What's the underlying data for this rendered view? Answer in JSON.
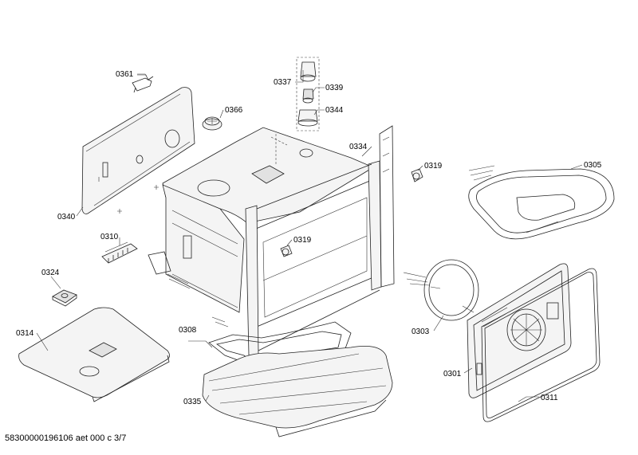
{
  "parts": [
    {
      "id": "p0361",
      "label": "0361"
    },
    {
      "id": "p0337",
      "label": "0337"
    },
    {
      "id": "p0339",
      "label": "0339"
    },
    {
      "id": "p0344",
      "label": "0344"
    },
    {
      "id": "p0366",
      "label": "0366"
    },
    {
      "id": "p0334",
      "label": "0334"
    },
    {
      "id": "p0319a",
      "label": "0319"
    },
    {
      "id": "p0305",
      "label": "0305"
    },
    {
      "id": "p0340",
      "label": "0340"
    },
    {
      "id": "p0310",
      "label": "0310"
    },
    {
      "id": "p0319b",
      "label": "0319"
    },
    {
      "id": "p0324",
      "label": "0324"
    },
    {
      "id": "p0303",
      "label": "0303"
    },
    {
      "id": "p0314",
      "label": "0314"
    },
    {
      "id": "p0308",
      "label": "0308"
    },
    {
      "id": "p0301",
      "label": "0301"
    },
    {
      "id": "p0311",
      "label": "0311"
    },
    {
      "id": "p0335",
      "label": "0335"
    }
  ],
  "footer": "58300000196106 aet 000 c 3/7"
}
